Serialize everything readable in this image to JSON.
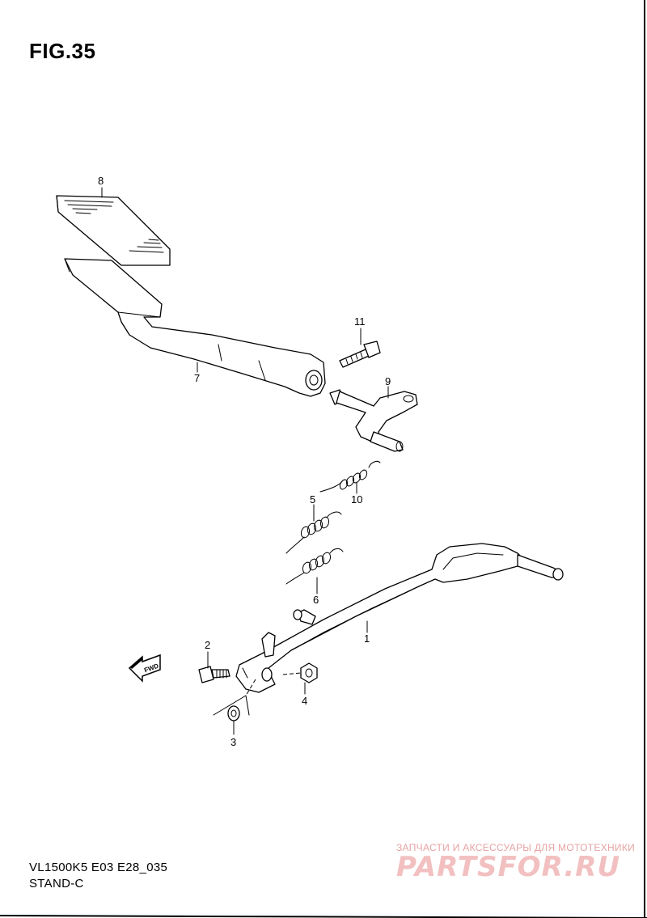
{
  "figure": {
    "title": "FIG.35",
    "model_code": "VL1500K5 E03 E28_035",
    "section": "STAND-C"
  },
  "callouts": [
    "1",
    "2",
    "3",
    "4",
    "5",
    "6",
    "7",
    "8",
    "9",
    "10",
    "11"
  ],
  "fwd_label": "FWD",
  "watermark": {
    "tagline": "ЗАПЧАСТИ И АКСЕССУАРЫ ДЛЯ МОТОТЕХНИКИ",
    "logo": "PARTSFOR.RU"
  }
}
